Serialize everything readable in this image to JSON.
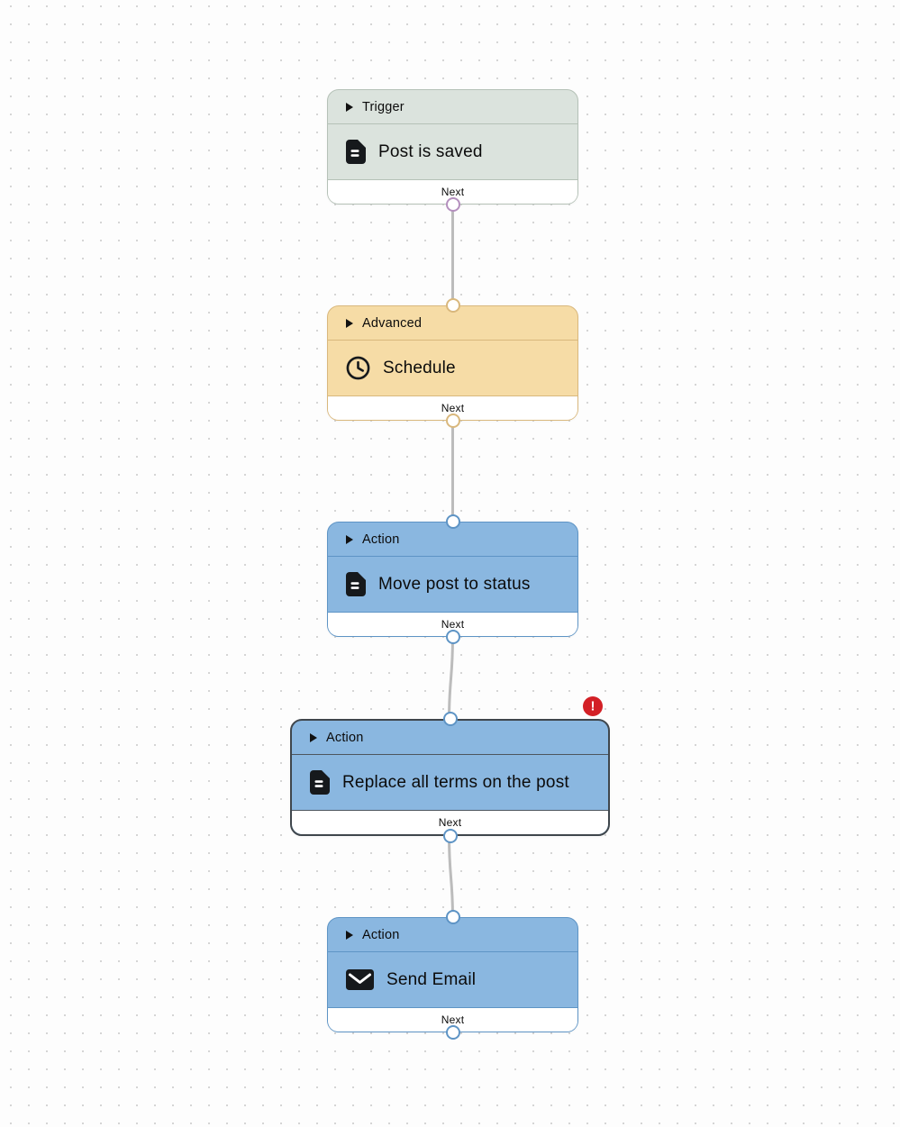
{
  "workflow": {
    "connector_color": "#bcbcbc",
    "error_badge": {
      "symbol": "!",
      "color": "#d32026"
    },
    "nodes": [
      {
        "id": "post-is-saved",
        "category_label": "Trigger",
        "title": "Post is saved",
        "icon": "document-icon",
        "footer_label": "Next",
        "selected": false,
        "has_error": false,
        "ports": {
          "top": false,
          "bottom": true
        },
        "theme": {
          "bg": "#dbe3dd",
          "border": "#b5c1b7",
          "separator": "#b5c1b7",
          "port": "#b48fbe"
        }
      },
      {
        "id": "schedule",
        "category_label": "Advanced",
        "title": "Schedule",
        "icon": "clock-icon",
        "footer_label": "Next",
        "selected": false,
        "has_error": false,
        "ports": {
          "top": true,
          "bottom": true
        },
        "theme": {
          "bg": "#f6dca6",
          "border": "#d9b87d",
          "separator": "#d9b87d",
          "port": "#d9b87d"
        }
      },
      {
        "id": "move-post-to-status",
        "category_label": "Action",
        "title": "Move post to status",
        "icon": "document-icon",
        "footer_label": "Next",
        "selected": false,
        "has_error": false,
        "ports": {
          "top": true,
          "bottom": true
        },
        "theme": {
          "bg": "#8ab7e0",
          "border": "#5e94c5",
          "separator": "#5e94c5",
          "port": "#5e94c5"
        }
      },
      {
        "id": "replace-all-terms-on-the-post",
        "category_label": "Action",
        "title": "Replace all terms on the post",
        "icon": "document-icon",
        "footer_label": "Next",
        "selected": true,
        "has_error": true,
        "ports": {
          "top": true,
          "bottom": true
        },
        "theme": {
          "bg": "#8ab7e0",
          "border": "#3f464c",
          "separator": "#4d565e",
          "port": "#5e94c5"
        }
      },
      {
        "id": "send-email",
        "category_label": "Action",
        "title": "Send Email",
        "icon": "mail-icon",
        "footer_label": "Next",
        "selected": false,
        "has_error": false,
        "ports": {
          "top": true,
          "bottom": true
        },
        "theme": {
          "bg": "#8ab7e0",
          "border": "#5e94c5",
          "separator": "#5e94c5",
          "port": "#5e94c5"
        }
      }
    ]
  }
}
